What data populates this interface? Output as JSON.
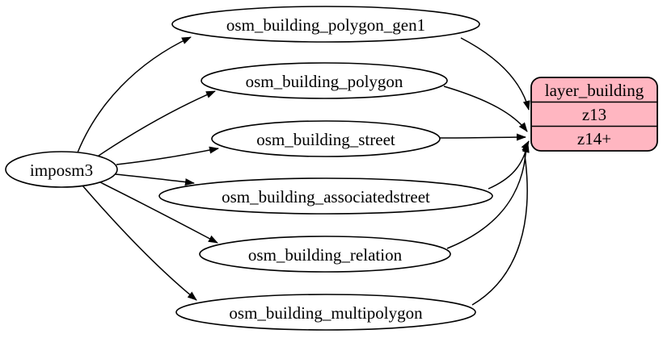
{
  "diagram": {
    "type": "graphviz-flow",
    "background": "#ffffff",
    "edge_color": "#000000",
    "imposm_node": {
      "label": "imposm3",
      "fill": "#ffffff",
      "stroke": "#000000"
    },
    "tables": [
      {
        "label": "osm_building_polygon_gen1"
      },
      {
        "label": "osm_building_polygon"
      },
      {
        "label": "osm_building_street"
      },
      {
        "label": "osm_building_associatedstreet"
      },
      {
        "label": "osm_building_relation"
      },
      {
        "label": "osm_building_multipolygon"
      }
    ],
    "layer_node": {
      "title": "layer_building",
      "zoom_rows": [
        "z13",
        "z14+"
      ],
      "fill": "#ffb6c1",
      "stroke": "#000000"
    },
    "edges": [
      {
        "from": "imposm3",
        "to": "osm_building_polygon_gen1"
      },
      {
        "from": "imposm3",
        "to": "osm_building_polygon"
      },
      {
        "from": "imposm3",
        "to": "osm_building_street"
      },
      {
        "from": "imposm3",
        "to": "osm_building_associatedstreet"
      },
      {
        "from": "imposm3",
        "to": "osm_building_relation"
      },
      {
        "from": "imposm3",
        "to": "osm_building_multipolygon"
      },
      {
        "from": "osm_building_polygon_gen1",
        "to": "layer_building",
        "port": "z13"
      },
      {
        "from": "osm_building_polygon",
        "to": "layer_building",
        "port": "z14+"
      },
      {
        "from": "osm_building_street",
        "to": "layer_building",
        "port": "z14+"
      },
      {
        "from": "osm_building_associatedstreet",
        "to": "layer_building",
        "port": "z14+"
      },
      {
        "from": "osm_building_relation",
        "to": "layer_building",
        "port": "z14+"
      },
      {
        "from": "osm_building_multipolygon",
        "to": "layer_building",
        "port": "z14+"
      }
    ]
  }
}
